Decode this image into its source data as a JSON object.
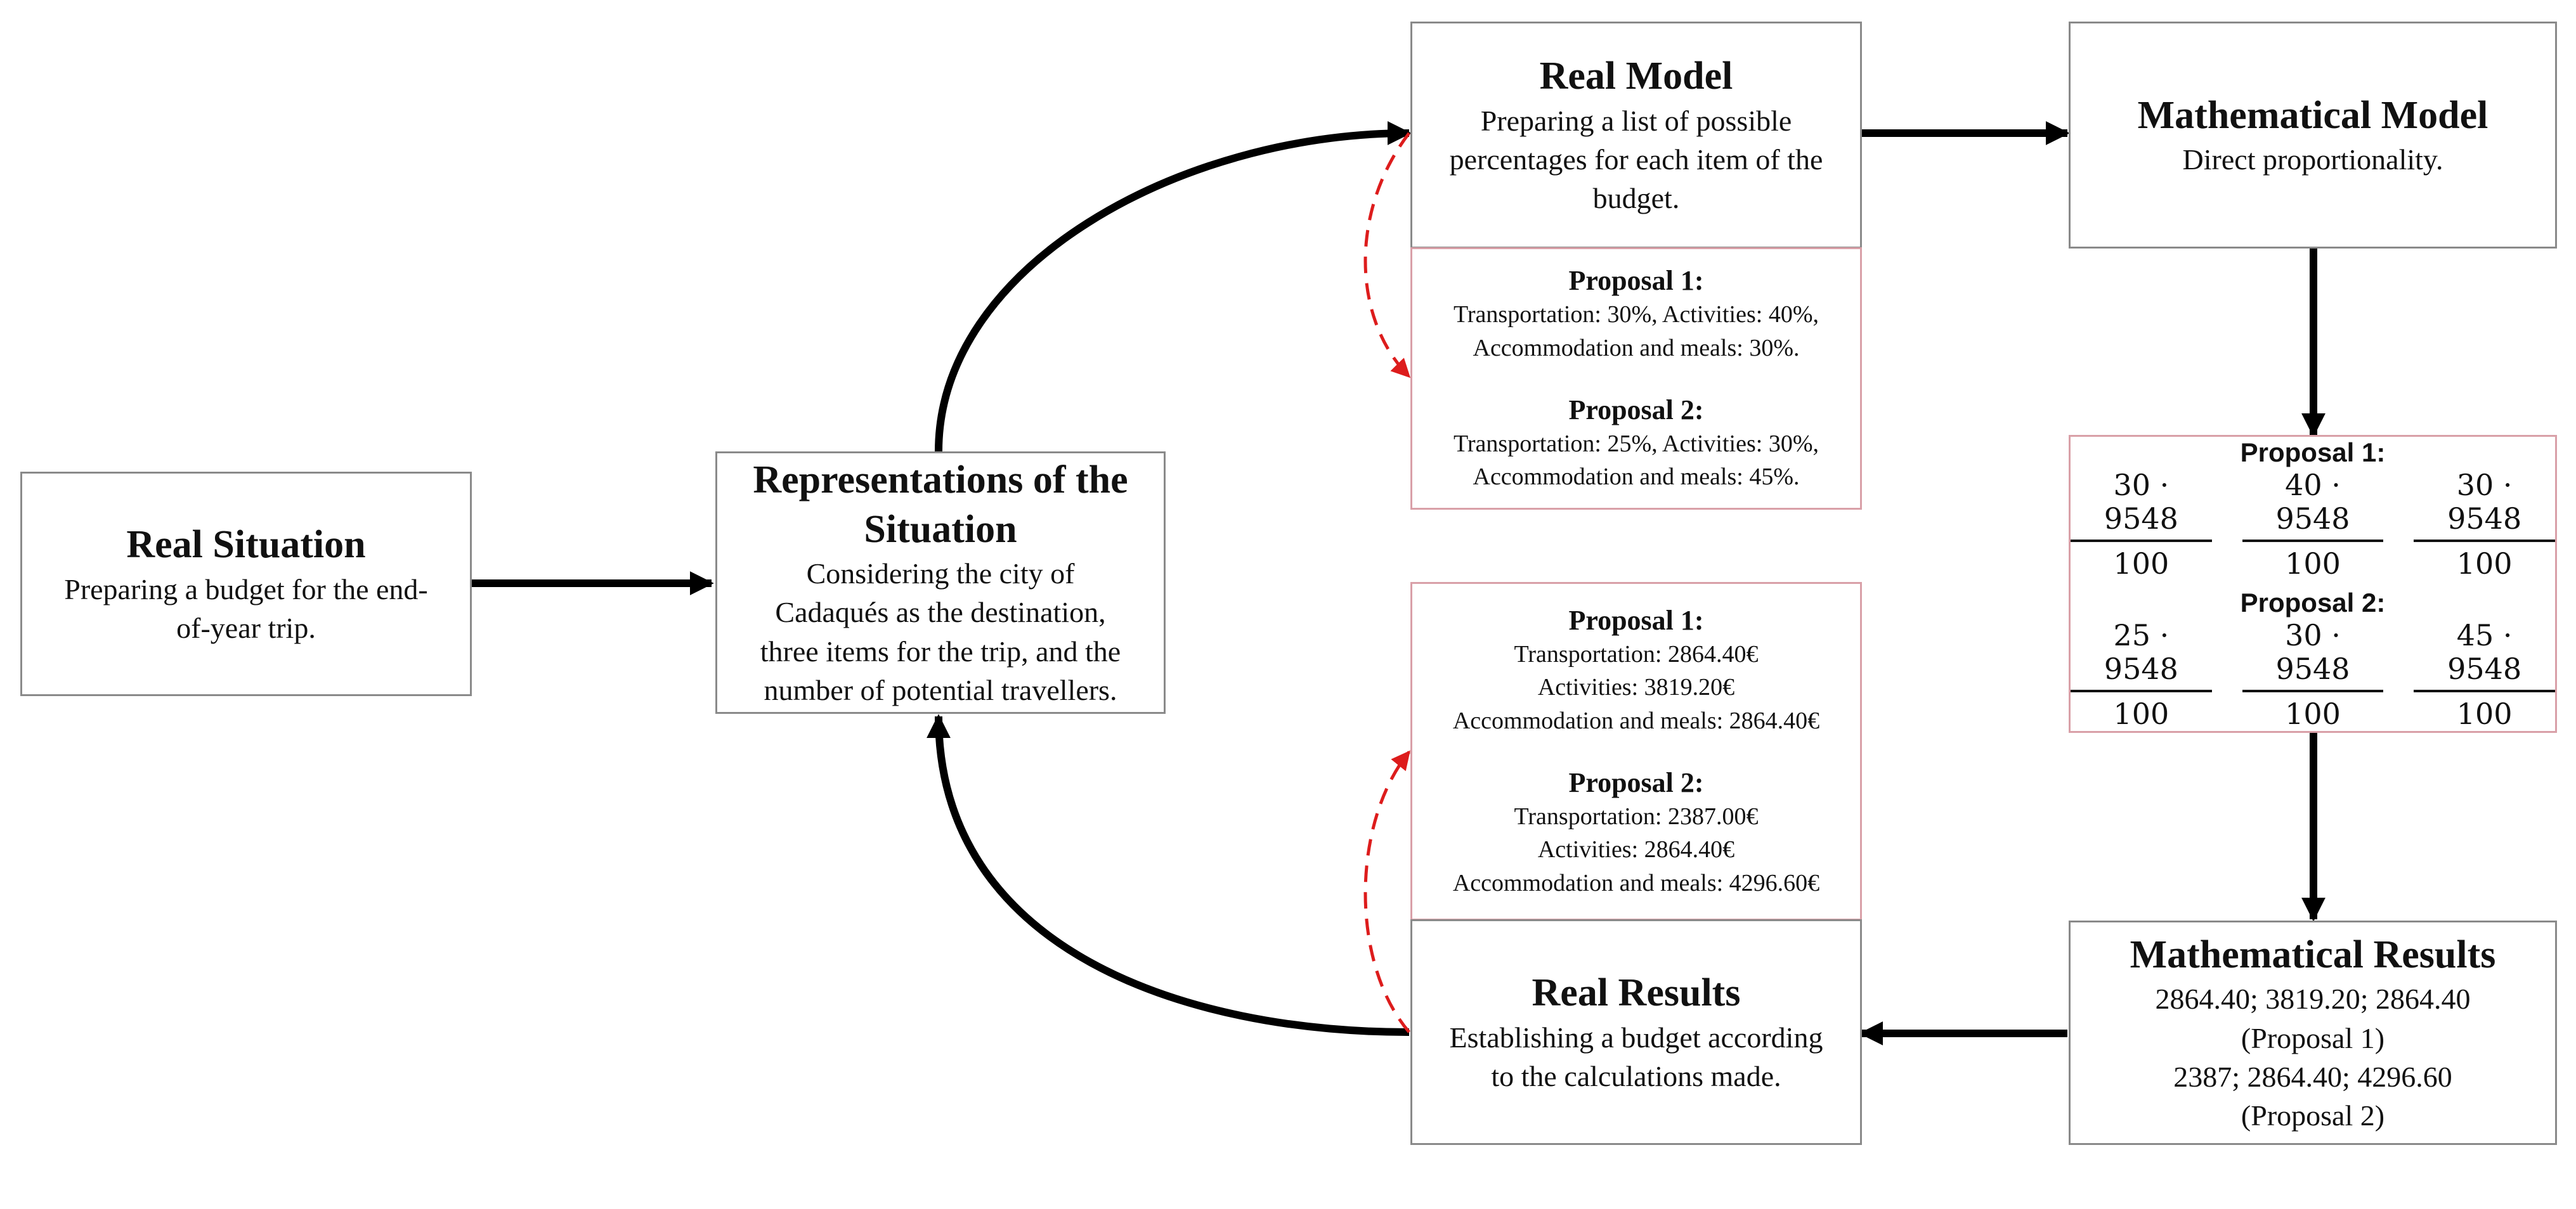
{
  "colors": {
    "arrow": "#000000",
    "dashed_arrow": "#dd1c1c",
    "box_border": "#8a8a8a",
    "box_border_pink": "#d9a0a8"
  },
  "real_situation": {
    "title": "Real Situation",
    "text_line1": "Preparing a budget for the end-",
    "text_line2": "of-year trip."
  },
  "representations": {
    "title_line1": "Representations of the",
    "title_line2": "Situation",
    "text_lines": [
      "Considering the city of",
      "Cadaqués as the destination,",
      "three items for the trip, and the",
      "number of potential travellers."
    ]
  },
  "real_model": {
    "title": "Real Model",
    "text_lines": [
      "Preparing a list of possible",
      "percentages for each item of the",
      "budget."
    ]
  },
  "real_model_proposals": {
    "p1_title": "Proposal 1:",
    "p1_line1": "Transportation: 30%, Activities: 40%,",
    "p1_line2": "Accommodation and meals: 30%.",
    "p2_title": "Proposal 2:",
    "p2_line1": "Transportation: 25%, Activities: 30%,",
    "p2_line2": "Accommodation and meals: 45%."
  },
  "math_model": {
    "title": "Mathematical Model",
    "text": "Direct proportionality."
  },
  "math_calc": {
    "p1_title": "Proposal 1:",
    "p1_fracs": [
      {
        "num": "30 · 9548",
        "den": "100"
      },
      {
        "num": "40 · 9548",
        "den": "100"
      },
      {
        "num": "30 · 9548",
        "den": "100"
      }
    ],
    "p2_title": "Proposal 2:",
    "p2_fracs": [
      {
        "num": "25 · 9548",
        "den": "100"
      },
      {
        "num": "30 · 9548",
        "den": "100"
      },
      {
        "num": "45 · 9548",
        "den": "100"
      }
    ]
  },
  "results_proposals": {
    "p1_title": "Proposal 1:",
    "p1_lines": [
      "Transportation:  2864.40€",
      "Activities:  3819.20€",
      "Accommodation and meals:  2864.40€"
    ],
    "p2_title": "Proposal 2:",
    "p2_lines": [
      "Transportation:  2387.00€",
      "Activities:  2864.40€",
      "Accommodation and meals:  4296.60€"
    ]
  },
  "real_results": {
    "title": "Real Results",
    "text_line1": "Establishing a budget according",
    "text_line2": "to the calculations made."
  },
  "math_results": {
    "title": "Mathematical Results",
    "lines": [
      "2864.40;  3819.20;  2864.40",
      "(Proposal 1)",
      "2387;  2864.40;  4296.60",
      "(Proposal 2)"
    ]
  }
}
